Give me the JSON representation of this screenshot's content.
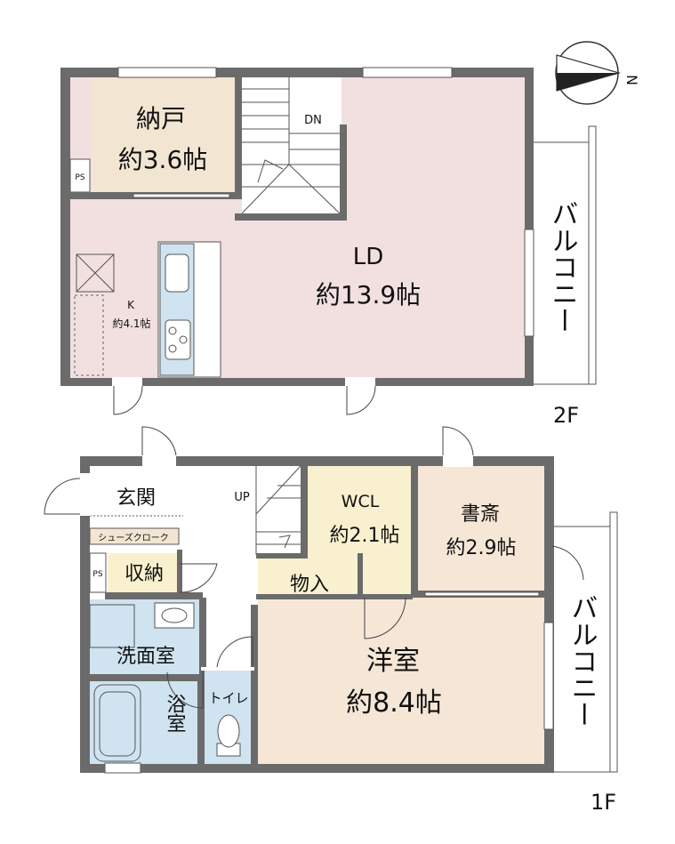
{
  "colors": {
    "wall": "#6b6b6b",
    "storage_room": "#f2e6d3",
    "living": "#f2e0e0",
    "wet_area": "#cfe3f0",
    "closet": "#f9f0cf",
    "bedroom": "#f5e6d6",
    "pink_floor": "#f2e0e0"
  },
  "compass": {
    "label": "N",
    "icon": "north-arrow-icon"
  },
  "floor2": {
    "label": "2F",
    "storage": {
      "name": "納戸",
      "size": "約3.6帖"
    },
    "ps": "PS",
    "stairs": "DN",
    "ld": {
      "name": "LD",
      "size": "約13.9帖"
    },
    "kitchen": {
      "name": "K",
      "size": "約4.1帖"
    },
    "balcony": "バルコニー"
  },
  "floor1": {
    "label": "1F",
    "entrance": "玄関",
    "shoe_closet": "シューズクローク",
    "ps": "PS",
    "storage": "収納",
    "washroom": "洗面室",
    "bath": "浴室",
    "toilet": "トイレ",
    "stairs": "UP",
    "wcl": {
      "name": "WCL",
      "size": "約2.1帖"
    },
    "closet": "物入",
    "study": {
      "name": "書斎",
      "size": "約2.9帖"
    },
    "western": {
      "name": "洋室",
      "size": "約8.4帖"
    },
    "balcony": "バルコニー"
  }
}
